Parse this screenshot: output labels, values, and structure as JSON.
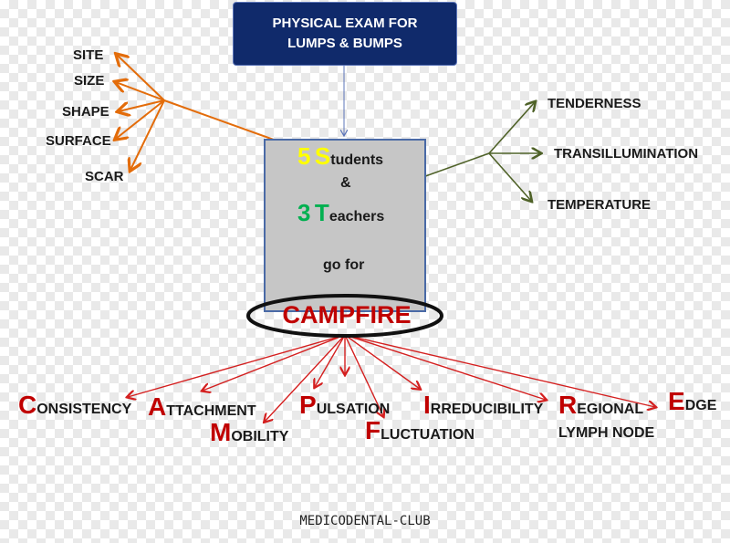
{
  "title": {
    "line1": "PHYSICAL EXAM FOR",
    "line2": "LUMPS & BUMPS"
  },
  "center": {
    "num1": "5",
    "big_s": "S",
    "rest1": "tudents",
    "amp": "&",
    "num2": "3",
    "big_t": "T",
    "rest2": "eachers",
    "go": "go for"
  },
  "campfire": "CAMPFIRE",
  "left_items": [
    "SITE",
    "SIZE",
    "SHAPE",
    "SURFACE",
    "SCAR"
  ],
  "right_items": [
    "TENDERNESS",
    "TRANSILLUMINATION",
    "TEMPERATURE"
  ],
  "bottom_items": [
    {
      "cap": "C",
      "rest": "ONSISTENCY"
    },
    {
      "cap": "A",
      "rest": "TTACHMENT"
    },
    {
      "cap": "M",
      "rest": "OBILITY"
    },
    {
      "cap": "P",
      "rest": "ULSATION"
    },
    {
      "cap": "F",
      "rest": "LUCTUATION"
    },
    {
      "cap": "I",
      "rest": "RREDUCIBILITY"
    },
    {
      "cap": "R",
      "rest": "EGIONAL",
      "sub": "LYMPH NODE"
    },
    {
      "cap": "E",
      "rest": "DGE"
    }
  ],
  "footer": "MEDICODENTAL-CLUB",
  "colors": {
    "orange": "#e36c0a",
    "green": "#4f6228",
    "red": "#d41f1f",
    "navy": "#102a6b",
    "yellow": "#ffff00",
    "greennum": "#00b050",
    "capred": "#c00000"
  }
}
